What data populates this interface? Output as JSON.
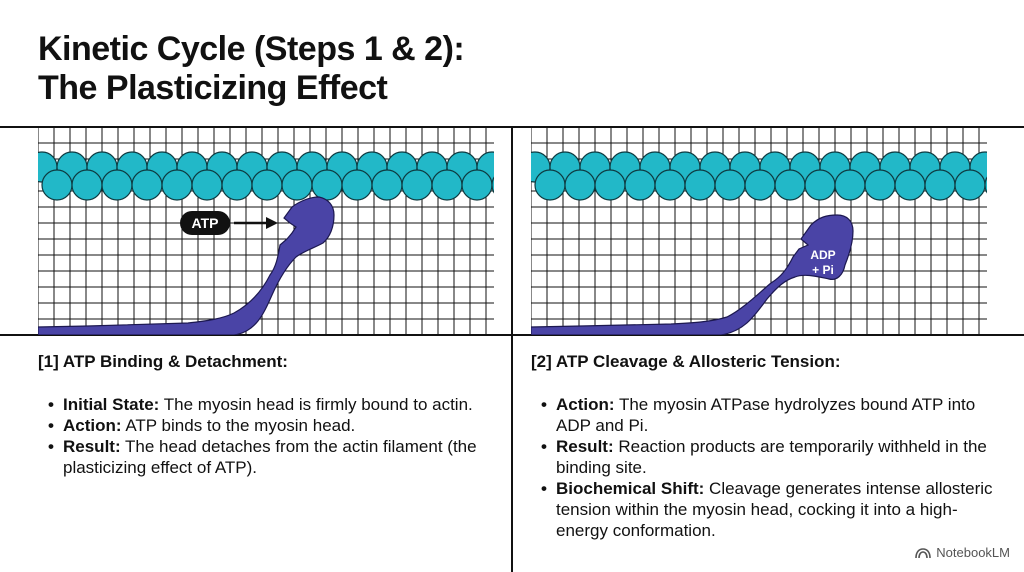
{
  "title": {
    "line1": "Kinetic Cycle (Steps 1 & 2):",
    "line2": "The Plasticizing Effect"
  },
  "colors": {
    "actin": "#22b8c8",
    "myosin": "#4a44a6",
    "grid": "#111111",
    "text": "#111111"
  },
  "panels": [
    {
      "heading": "[1] ATP Binding & Detachment:",
      "label_atp": "ATP",
      "bullets": [
        {
          "term": "Initial State:",
          "text": " The myosin head is firmly bound to actin."
        },
        {
          "term": "Action:",
          "text": " ATP binds to the myosin head."
        },
        {
          "term": "Result:",
          "text": " The head detaches from the actin filament (the plasticizing effect of ATP)."
        }
      ]
    },
    {
      "heading": "[2] ATP Cleavage & Allosteric Tension:",
      "label_adp": "ADP",
      "label_pi": "+ Pi",
      "bullets": [
        {
          "term": "Action:",
          "text": " The myosin ATPase hydrolyzes bound ATP into ADP and Pi."
        },
        {
          "term": "Result:",
          "text": " Reaction products are temporarily withheld in the binding site."
        },
        {
          "term": "Biochemical Shift:",
          "text": " Cleavage generates intense allosteric tension within the myosin head, cocking it into a high-energy conformation."
        }
      ]
    }
  ],
  "brand": "NotebookLM"
}
